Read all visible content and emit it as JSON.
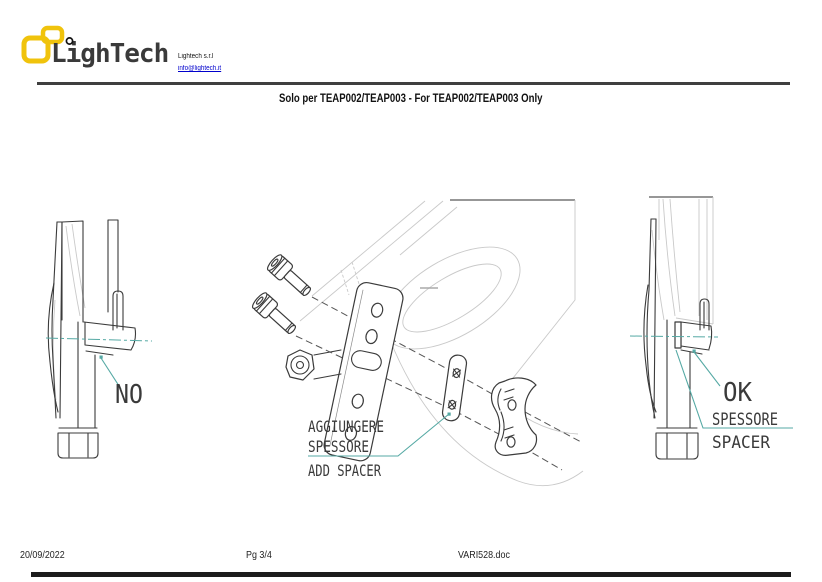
{
  "header": {
    "logo_text": "LighTech",
    "company": "Lightech s.r.l",
    "email": "info@lightech.it"
  },
  "title": "Solo per TEAP002/TEAP003  - For TEAP002/TEAP003 Only",
  "figures": {
    "left": {
      "label": "NO"
    },
    "center": {
      "caption_it_1": "AGGIUNGERE",
      "caption_it_2": "SPESSORE",
      "caption_en": "ADD SPACER"
    },
    "right": {
      "label": "OK",
      "caption_it": "SPESSORE",
      "caption_en": "SPACER"
    }
  },
  "footer": {
    "date": "20/09/2022",
    "page": "Pg 3/4",
    "filename": "VARI528.doc"
  },
  "colors": {
    "accent_teal": "#55a9a4",
    "logo_yellow": "#f0c30c",
    "link_blue": "#0000cc"
  }
}
